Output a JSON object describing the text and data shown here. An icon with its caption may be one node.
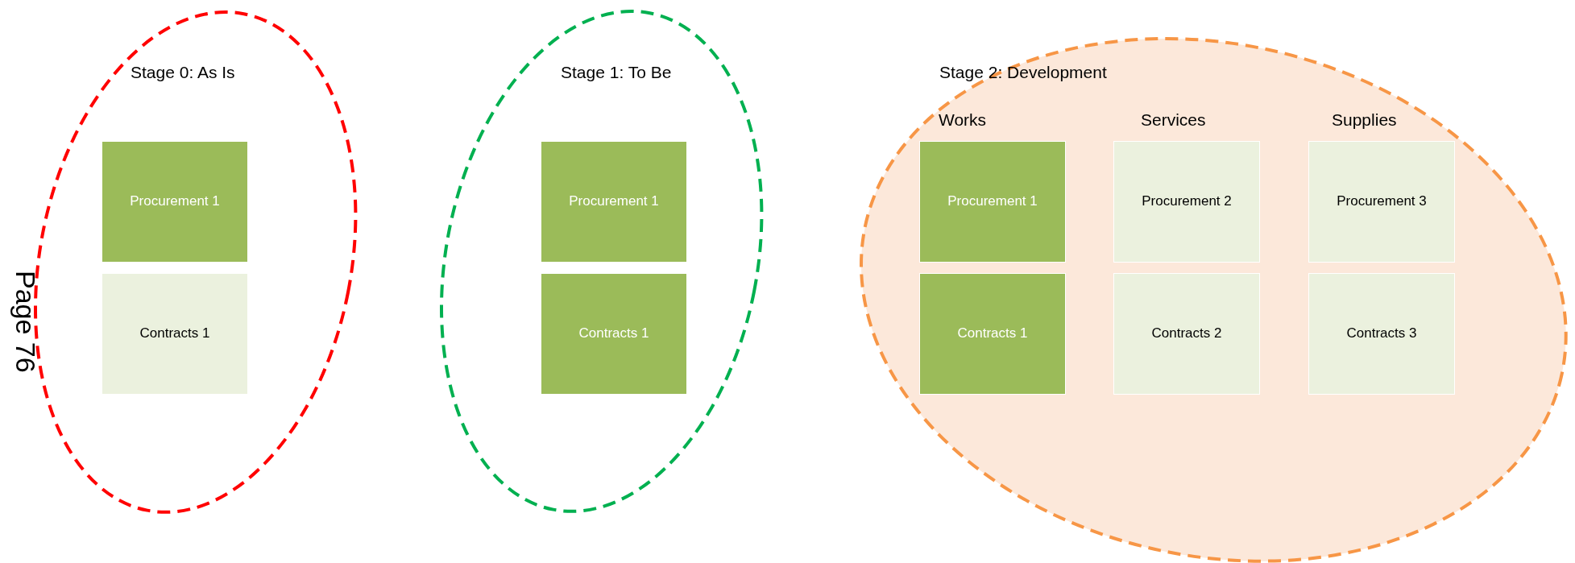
{
  "diagram": {
    "nodes": [
      {
        "text": [
          "Stage 0: As Is"
        ]
      },
      {
        "text": [
          "Procurement 1"
        ],
        "in": 0
      },
      {
        "text": [
          "Contracts 1"
        ],
        "in": 0
      },
      {
        "text": [
          "Stage 1: To Be"
        ]
      },
      {
        "text": [
          "Procurement 1"
        ],
        "in": 3
      },
      {
        "text": [
          "Contracts 1"
        ],
        "in": 3
      },
      {
        "text": [
          "Stage 2: Development"
        ]
      },
      {
        "text": [
          "Procurement 1"
        ],
        "in": 6
      },
      {
        "text": [
          "Contracts 1"
        ],
        "in": 6
      },
      {
        "text": [
          "Procurement 2"
        ],
        "in": 6
      },
      {
        "text": [
          "Contracts 2"
        ],
        "in": 6
      },
      {
        "text": [
          "Procurement 3"
        ],
        "in": 6
      },
      {
        "text": [
          "Contracts 3"
        ],
        "in": 6
      }
    ],
    "labels": [
      "Page 76",
      "Works",
      "Services",
      "Supplies"
    ]
  }
}
